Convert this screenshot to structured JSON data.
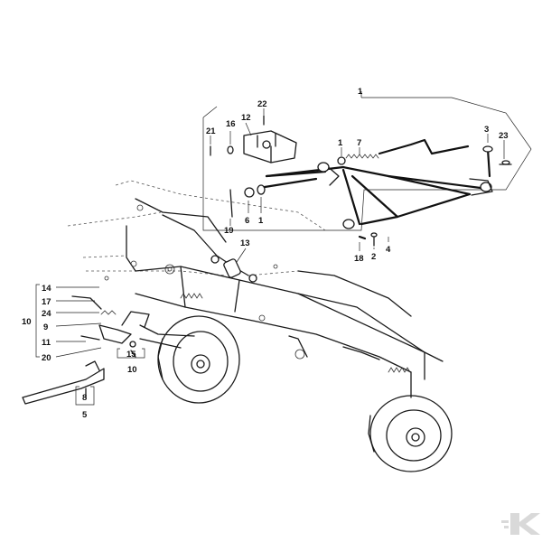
{
  "diagram": {
    "callouts": [
      {
        "id": "c1",
        "text": "1"
      },
      {
        "id": "c2",
        "text": "16"
      },
      {
        "id": "c3",
        "text": "12"
      },
      {
        "id": "c4",
        "text": "22"
      },
      {
        "id": "c5",
        "text": "21"
      },
      {
        "id": "c6",
        "text": "1"
      },
      {
        "id": "c7",
        "text": "7"
      },
      {
        "id": "c8",
        "text": "3"
      },
      {
        "id": "c9",
        "text": "23"
      },
      {
        "id": "c10",
        "text": "19"
      },
      {
        "id": "c11",
        "text": "6"
      },
      {
        "id": "c12",
        "text": "1"
      },
      {
        "id": "c13",
        "text": "13"
      },
      {
        "id": "c14",
        "text": "18"
      },
      {
        "id": "c15",
        "text": "2"
      },
      {
        "id": "c16",
        "text": "4"
      },
      {
        "id": "c17",
        "text": "14"
      },
      {
        "id": "c18",
        "text": "17"
      },
      {
        "id": "c19",
        "text": "10"
      },
      {
        "id": "c20",
        "text": "24"
      },
      {
        "id": "c21",
        "text": "9"
      },
      {
        "id": "c22",
        "text": "11"
      },
      {
        "id": "c23",
        "text": "20"
      },
      {
        "id": "c24",
        "text": "15"
      },
      {
        "id": "c25",
        "text": "10"
      },
      {
        "id": "c26",
        "text": "8"
      },
      {
        "id": "c27",
        "text": "5"
      }
    ],
    "logo": {
      "icon": "k-brand-logo",
      "text": "K",
      "color": "#d9d9d9"
    },
    "colors": {
      "ink": "#111111",
      "paper": "#ffffff"
    }
  }
}
